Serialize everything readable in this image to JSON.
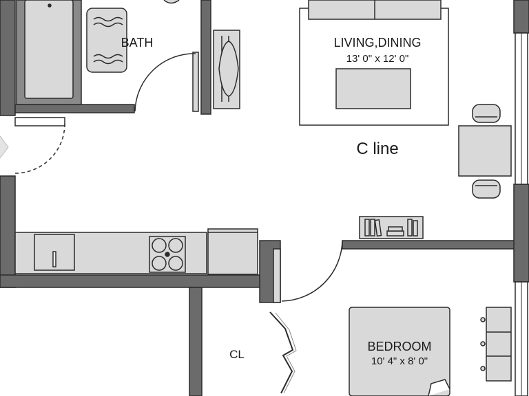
{
  "rooms": {
    "bath": {
      "label": "BATH"
    },
    "living_dining": {
      "label": "LIVING,DINING",
      "dimensions": "13' 0\" x 12' 0\""
    },
    "bedroom": {
      "label": "BEDROOM",
      "dimensions": "10' 4\" x 8' 0\""
    },
    "closet": {
      "label": "CL"
    }
  },
  "unit_line": {
    "label": "C line"
  },
  "colors": {
    "wall": "#6b6b6b",
    "fixture": "#d9d9d9",
    "outline": "#2b2b2b",
    "background": "#ffffff"
  }
}
